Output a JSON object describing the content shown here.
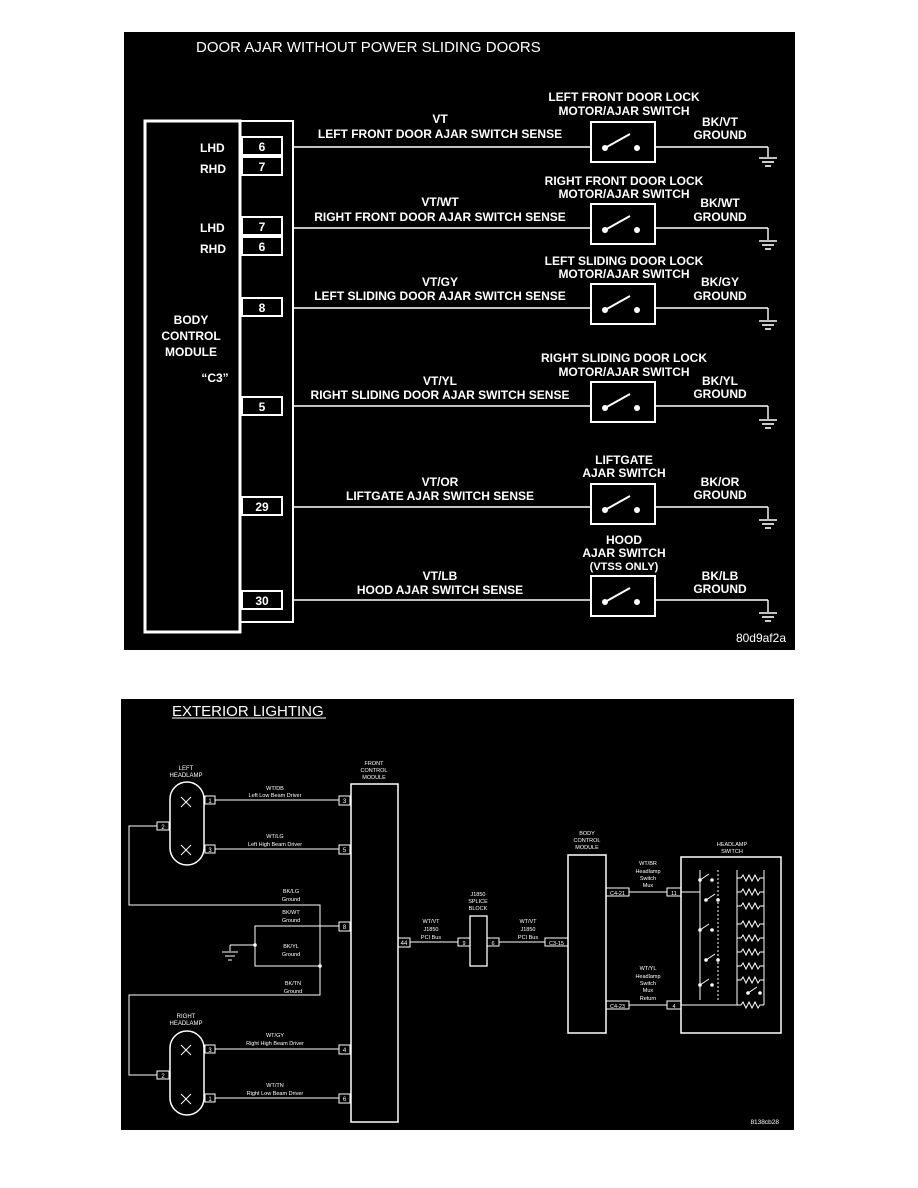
{
  "diagram1": {
    "title": "DOOR AJAR WITHOUT POWER SLIDING DOORS",
    "image_id": "80d9af2a",
    "module": {
      "line1": "BODY",
      "line2": "CONTROL",
      "line3": "MODULE",
      "connector": "“C3”"
    },
    "lhd": "LHD",
    "rhd": "RHD",
    "pins": [
      "6",
      "7",
      "7",
      "6",
      "8",
      "5",
      "29",
      "30"
    ],
    "circuits": [
      {
        "wire": "VT",
        "sense": "LEFT FRONT DOOR AJAR SWITCH SENSE",
        "sw1": "LEFT FRONT DOOR LOCK",
        "sw2": "MOTOR/AJAR SWITCH",
        "sw3": "",
        "gwire": "BK/VT",
        "ground": "GROUND"
      },
      {
        "wire": "VT/WT",
        "sense": "RIGHT FRONT DOOR AJAR SWITCH SENSE",
        "sw1": "RIGHT FRONT DOOR LOCK",
        "sw2": "MOTOR/AJAR SWITCH",
        "sw3": "",
        "gwire": "BK/WT",
        "ground": "GROUND"
      },
      {
        "wire": "VT/GY",
        "sense": "LEFT SLIDING DOOR AJAR SWITCH SENSE",
        "sw1": "LEFT SLIDING DOOR LOCK",
        "sw2": "MOTOR/AJAR SWITCH",
        "sw3": "",
        "gwire": "BK/GY",
        "ground": "GROUND"
      },
      {
        "wire": "VT/YL",
        "sense": "RIGHT SLIDING DOOR AJAR SWITCH SENSE",
        "sw1": "RIGHT SLIDING DOOR LOCK",
        "sw2": "MOTOR/AJAR SWITCH",
        "sw3": "",
        "gwire": "BK/YL",
        "ground": "GROUND"
      },
      {
        "wire": "VT/OR",
        "sense": "LIFTGATE AJAR SWITCH SENSE",
        "sw1": "LIFTGATE",
        "sw2": "AJAR SWITCH",
        "sw3": "",
        "gwire": "BK/OR",
        "ground": "GROUND"
      },
      {
        "wire": "VT/LB",
        "sense": "HOOD AJAR SWITCH SENSE",
        "sw1": "HOOD",
        "sw2": "AJAR SWITCH",
        "sw3": "(VTSS ONLY)",
        "gwire": "BK/LB",
        "ground": "GROUND"
      }
    ]
  },
  "diagram2": {
    "title": "EXTERIOR LIGHTING",
    "image_id": "8138cb28",
    "left_headlamp": {
      "l1": "LEFT",
      "l2": "HEADLAMP"
    },
    "right_headlamp": {
      "l1": "RIGHT",
      "l2": "HEADLAMP"
    },
    "left_pins": [
      "1",
      "2",
      "3"
    ],
    "right_pins": [
      "3",
      "2",
      "1"
    ],
    "fcm": {
      "l1": "FRONT",
      "l2": "CONTROL",
      "l3": "MODULE"
    },
    "fcm_pins": [
      "3",
      "5",
      "8",
      "44",
      "4",
      "6"
    ],
    "wires": [
      {
        "code": "WT/DB",
        "desc": "Left Low Beam Driver"
      },
      {
        "code": "WT/LG",
        "desc": "Left High Beam Driver"
      },
      {
        "code": "BK/LG",
        "desc": "Ground"
      },
      {
        "code": "BK/WT",
        "desc": "Ground"
      },
      {
        "code": "BK/YL",
        "desc": "Ground"
      },
      {
        "code": "BK/TN",
        "desc": "Ground"
      },
      {
        "code": "WT/GY",
        "desc": "Right High Beam Driver"
      },
      {
        "code": "WT/TN",
        "desc": "Right Low Beam Driver"
      }
    ],
    "pci_left": {
      "l1": "WT/VT",
      "l2": "J1850",
      "l3": "PCI Bus"
    },
    "pci_right": {
      "l1": "WT/VT",
      "l2": "J1850",
      "l3": "PCI Bus"
    },
    "splice": {
      "l1": "J1850",
      "l2": "SPLICE",
      "l3": "BLOCK",
      "pin_in": "9",
      "pin_out": "6"
    },
    "bcm": {
      "l1": "BODY",
      "l2": "CONTROL",
      "l3": "MODULE",
      "pin_bus": "C3-15",
      "pin_mux": "C4-21",
      "pin_ret": "C4-23"
    },
    "mux": {
      "l1": "WT/BR",
      "l2": "Headlamp",
      "l3": "Switch",
      "l4": "Mux"
    },
    "ret": {
      "l1": "WT/YL",
      "l2": "Headlamp",
      "l3": "Switch",
      "l4": "Mux",
      "l5": "Return"
    },
    "hswitch": {
      "l1": "HEADLAMP",
      "l2": "SWITCH",
      "pin_top": "11",
      "pin_bot": "4"
    }
  }
}
